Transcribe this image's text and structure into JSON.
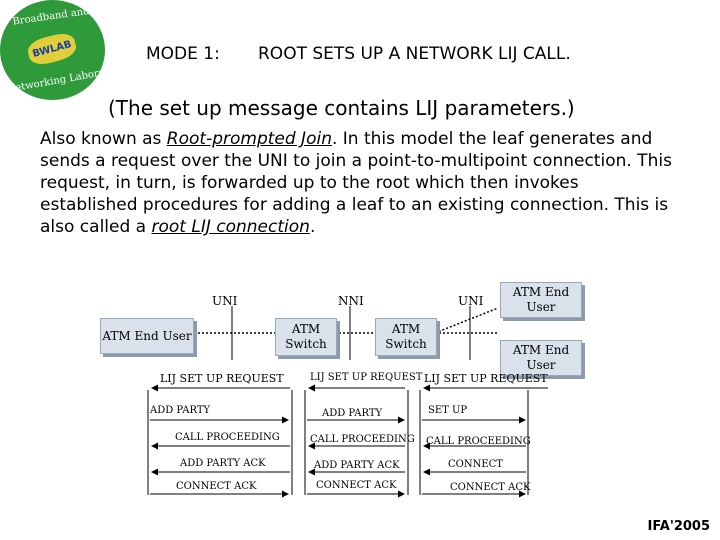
{
  "logo": {
    "top_text": "Broadband and Wireless",
    "center_text": "BWLAB",
    "bottom_text": "Networking Laboratory"
  },
  "header": {
    "mode": "MODE 1:",
    "title": "ROOT SETS UP A NETWORK LIJ CALL.",
    "subtitle": "(The set up message contains LIJ parameters.)"
  },
  "body": {
    "p1": "Also known as ",
    "term1": "Root-prompted Join",
    "p2": ". In this model the leaf generates and sends a request over the UNI to join a point-to-multipoint connection. This request, in turn, is forwarded up to the root which then invokes established procedures for adding a leaf to an existing connection. This is also called a ",
    "term2": "root LIJ connection",
    "p3": "."
  },
  "diagram": {
    "interface_labels": [
      "UNI",
      "NNI",
      "UNI"
    ],
    "nodes": [
      "ATM End User",
      "ATM Switch",
      "ATM Switch",
      "ATM End User",
      "ATM End User"
    ],
    "messages": {
      "lij_1": "LIJ SET UP REQUEST",
      "lij_2": "LIJ SET UP REQUEST",
      "lij_3": "LIJ SET UP REQUEST",
      "add_party_1": "ADD PARTY",
      "add_party_2": "ADD PARTY",
      "setup": "SET UP",
      "call_proc_1": "CALL PROCEEDING",
      "call_proc_2": "CALL PROCEEDING",
      "call_proc_3": "CALL PROCEEDING",
      "add_party_ack_1": "ADD PARTY ACK",
      "add_party_ack_2": "ADD PARTY ACK",
      "connect": "CONNECT",
      "connect_ack_1": "CONNECT ACK",
      "connect_ack_2": "CONNECT ACK",
      "connect_ack_3": "CONNECT ACK"
    }
  },
  "footer": {
    "text": "IFA'2005"
  }
}
